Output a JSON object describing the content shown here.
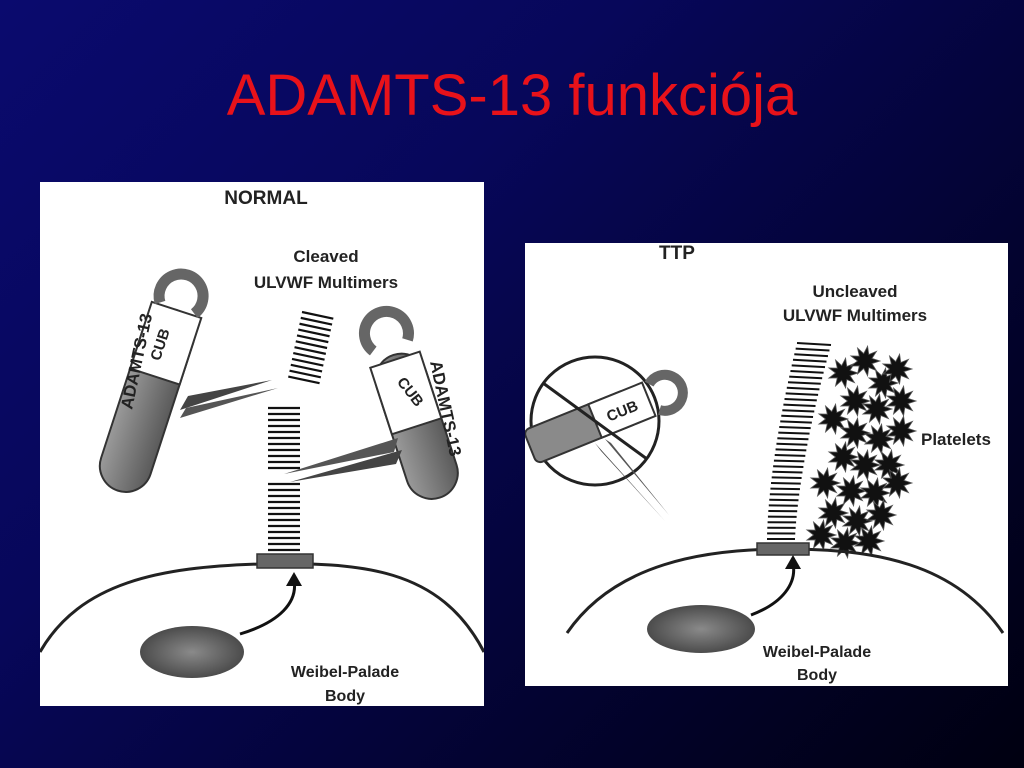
{
  "slide": {
    "title": "ADAMTS-13 funkciója"
  },
  "normal_panel": {
    "heading": "NORMAL",
    "multimer_label_line1": "Cleaved",
    "multimer_label_line2": "ULVWF Multimers",
    "enzyme_label_left": "ADAMTS-13",
    "enzyme_label_right": "ADAMTS-13",
    "domain_label_left": "CUB",
    "domain_label_right": "CUB",
    "body_label_line1": "Weibel-Palade",
    "body_label_line2": "Body"
  },
  "ttp_panel": {
    "heading": "TTP",
    "multimer_label_line1": "Uncleaved",
    "multimer_label_line2": "ULVWF Multimers",
    "domain_label": "CUB",
    "platelets_label": "Platelets",
    "body_label_line1": "Weibel-Palade",
    "body_label_line2": "Body"
  }
}
